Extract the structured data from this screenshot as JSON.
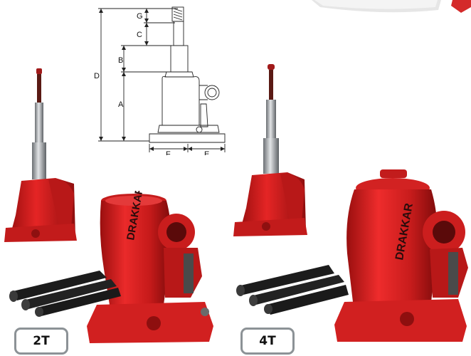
{
  "diagram": {
    "labels": {
      "g": "G",
      "c": "C",
      "b": "B",
      "a": "A",
      "d": "D",
      "f": "F",
      "e": "E"
    }
  },
  "products": [
    {
      "capacity_label": "2T",
      "brand_text": "DRAKKAR"
    },
    {
      "capacity_label": "4T",
      "brand_text": "DRAKKAR"
    }
  ],
  "colors": {
    "jack_red": "#d81e1e",
    "handle_black": "#1c1c1c",
    "badge_border": "#8c9296",
    "corner_badge": "#d42a2a"
  },
  "icons": [
    "technical-drawing-icon",
    "bottle-jack-image",
    "handle-bar-image",
    "corner-ribbon-icon"
  ]
}
